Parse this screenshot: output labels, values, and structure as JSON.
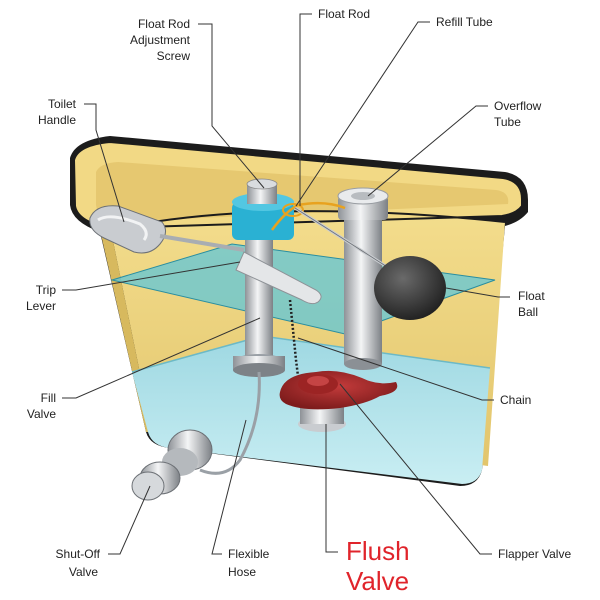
{
  "labels": {
    "float_rod_adjustment_screw": [
      "Float Rod",
      "Adjustment",
      "Screw"
    ],
    "float_rod": "Float Rod",
    "refill_tube": "Refill Tube",
    "toilet_handle": [
      "Toilet",
      "Handle"
    ],
    "overflow_tube": [
      "Overflow",
      "Tube"
    ],
    "trip_lever": [
      "Trip",
      "Lever"
    ],
    "float_ball": [
      "Float",
      "Ball"
    ],
    "fill_valve": [
      "Fill",
      "Valve"
    ],
    "chain": "Chain",
    "shut_off_valve": [
      "Shut-Off",
      "Valve"
    ],
    "flexible_hose": [
      "Flexible",
      "Hose"
    ],
    "flush_valve": [
      "Flush",
      "Valve"
    ],
    "flapper_valve": "Flapper Valve"
  },
  "colors": {
    "tank_rim": "#f2d985",
    "tank_wall": "#e8cf7a",
    "water_surface": "#5fc6d8",
    "water_body": "#a9dfe6",
    "fill_valve_cap": "#2ab1d3",
    "flapper": "#a52a2a",
    "float_ball": "#3a3a3a",
    "highlight_label": "#e0242b"
  }
}
